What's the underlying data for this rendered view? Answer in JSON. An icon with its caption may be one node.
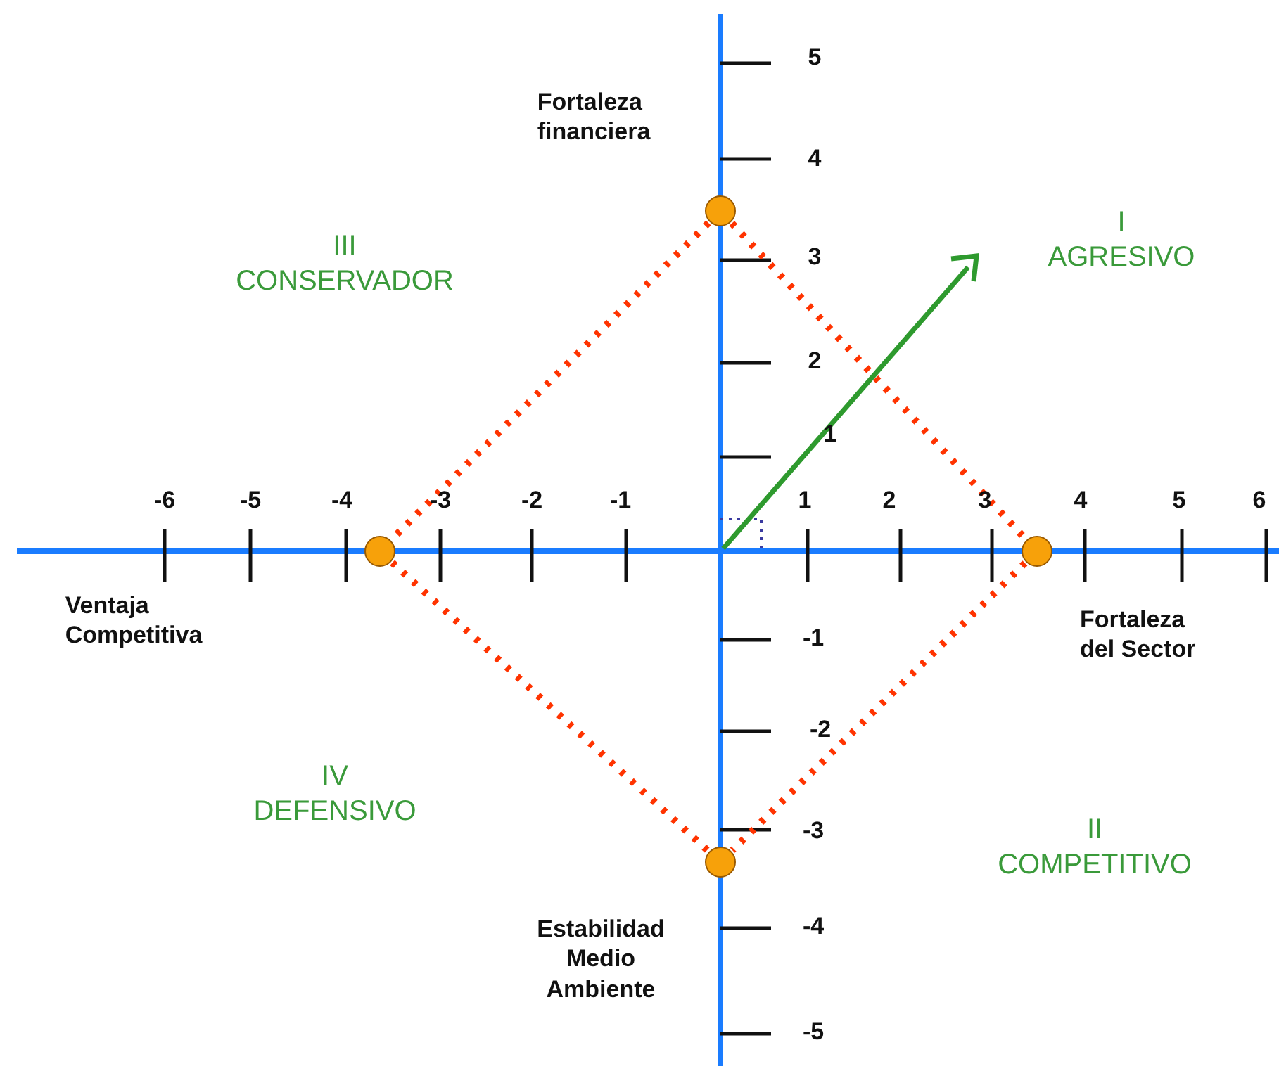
{
  "diagram": {
    "nodes": [
      {
        "text": [],
        "shape": "circle"
      },
      {
        "text": [],
        "shape": "circle"
      },
      {
        "text": [],
        "shape": "circle"
      },
      {
        "text": [],
        "shape": "circle"
      }
    ],
    "edges": [
      {
        "from": 0,
        "to": 2,
        "arrow": "none",
        "style": "dashed",
        "color": "#ff3300"
      },
      {
        "from": 0,
        "to": 1,
        "arrow": "none",
        "style": "dashed",
        "color": "#ff3300"
      },
      {
        "from": 1,
        "to": 3,
        "arrow": "none",
        "style": "dashed",
        "color": "#ff3300"
      },
      {
        "from": 2,
        "to": 3,
        "arrow": "none",
        "style": "dashed",
        "color": "#ff3300"
      }
    ],
    "labels": [
      "5",
      "Fortaleza financiera",
      "4",
      "I AGRESIVO",
      "III CONSERVADOR",
      "3",
      "2",
      "1",
      "-6",
      "-5",
      "-4",
      "-3",
      "-2",
      "-1",
      "1",
      "2",
      "3",
      "4",
      "5",
      "6",
      "-1",
      "Ventaja Competitiva",
      "Fortaleza del Sector",
      "-2",
      "IV DEFENSIVO",
      "-3",
      "II COMPETITIVO",
      "-4",
      "Estabilidad Medio Ambiente",
      "-5"
    ]
  }
}
